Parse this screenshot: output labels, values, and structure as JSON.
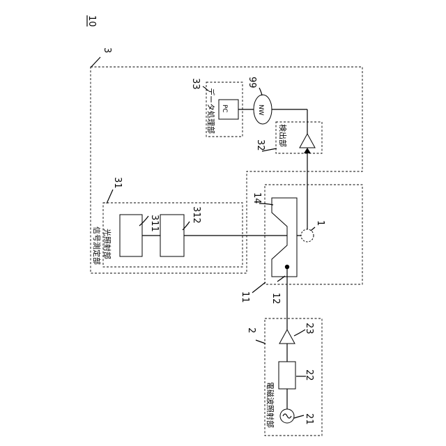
{
  "figure_number": "10",
  "device_ref": "3",
  "signal_measurement": {
    "label": "信号測定部",
    "ref": "31"
  },
  "light_irradiation": {
    "label": "光照射部",
    "ref_a": "311",
    "ref_b": "312"
  },
  "data_processing": {
    "label": "データ処理部",
    "ref": "33",
    "pc_label": "PC"
  },
  "network": {
    "label": "NW",
    "ref": "99"
  },
  "detection": {
    "label": "検出部",
    "ref": "32"
  },
  "sample": {
    "ref_holder": "11",
    "ref_line": "12",
    "ref_element": "14",
    "ref_spot": "1"
  },
  "em_wave": {
    "label": "電磁波照射部",
    "ref": "2",
    "ref_source": "21",
    "ref_filter": "22",
    "ref_amp": "23"
  }
}
